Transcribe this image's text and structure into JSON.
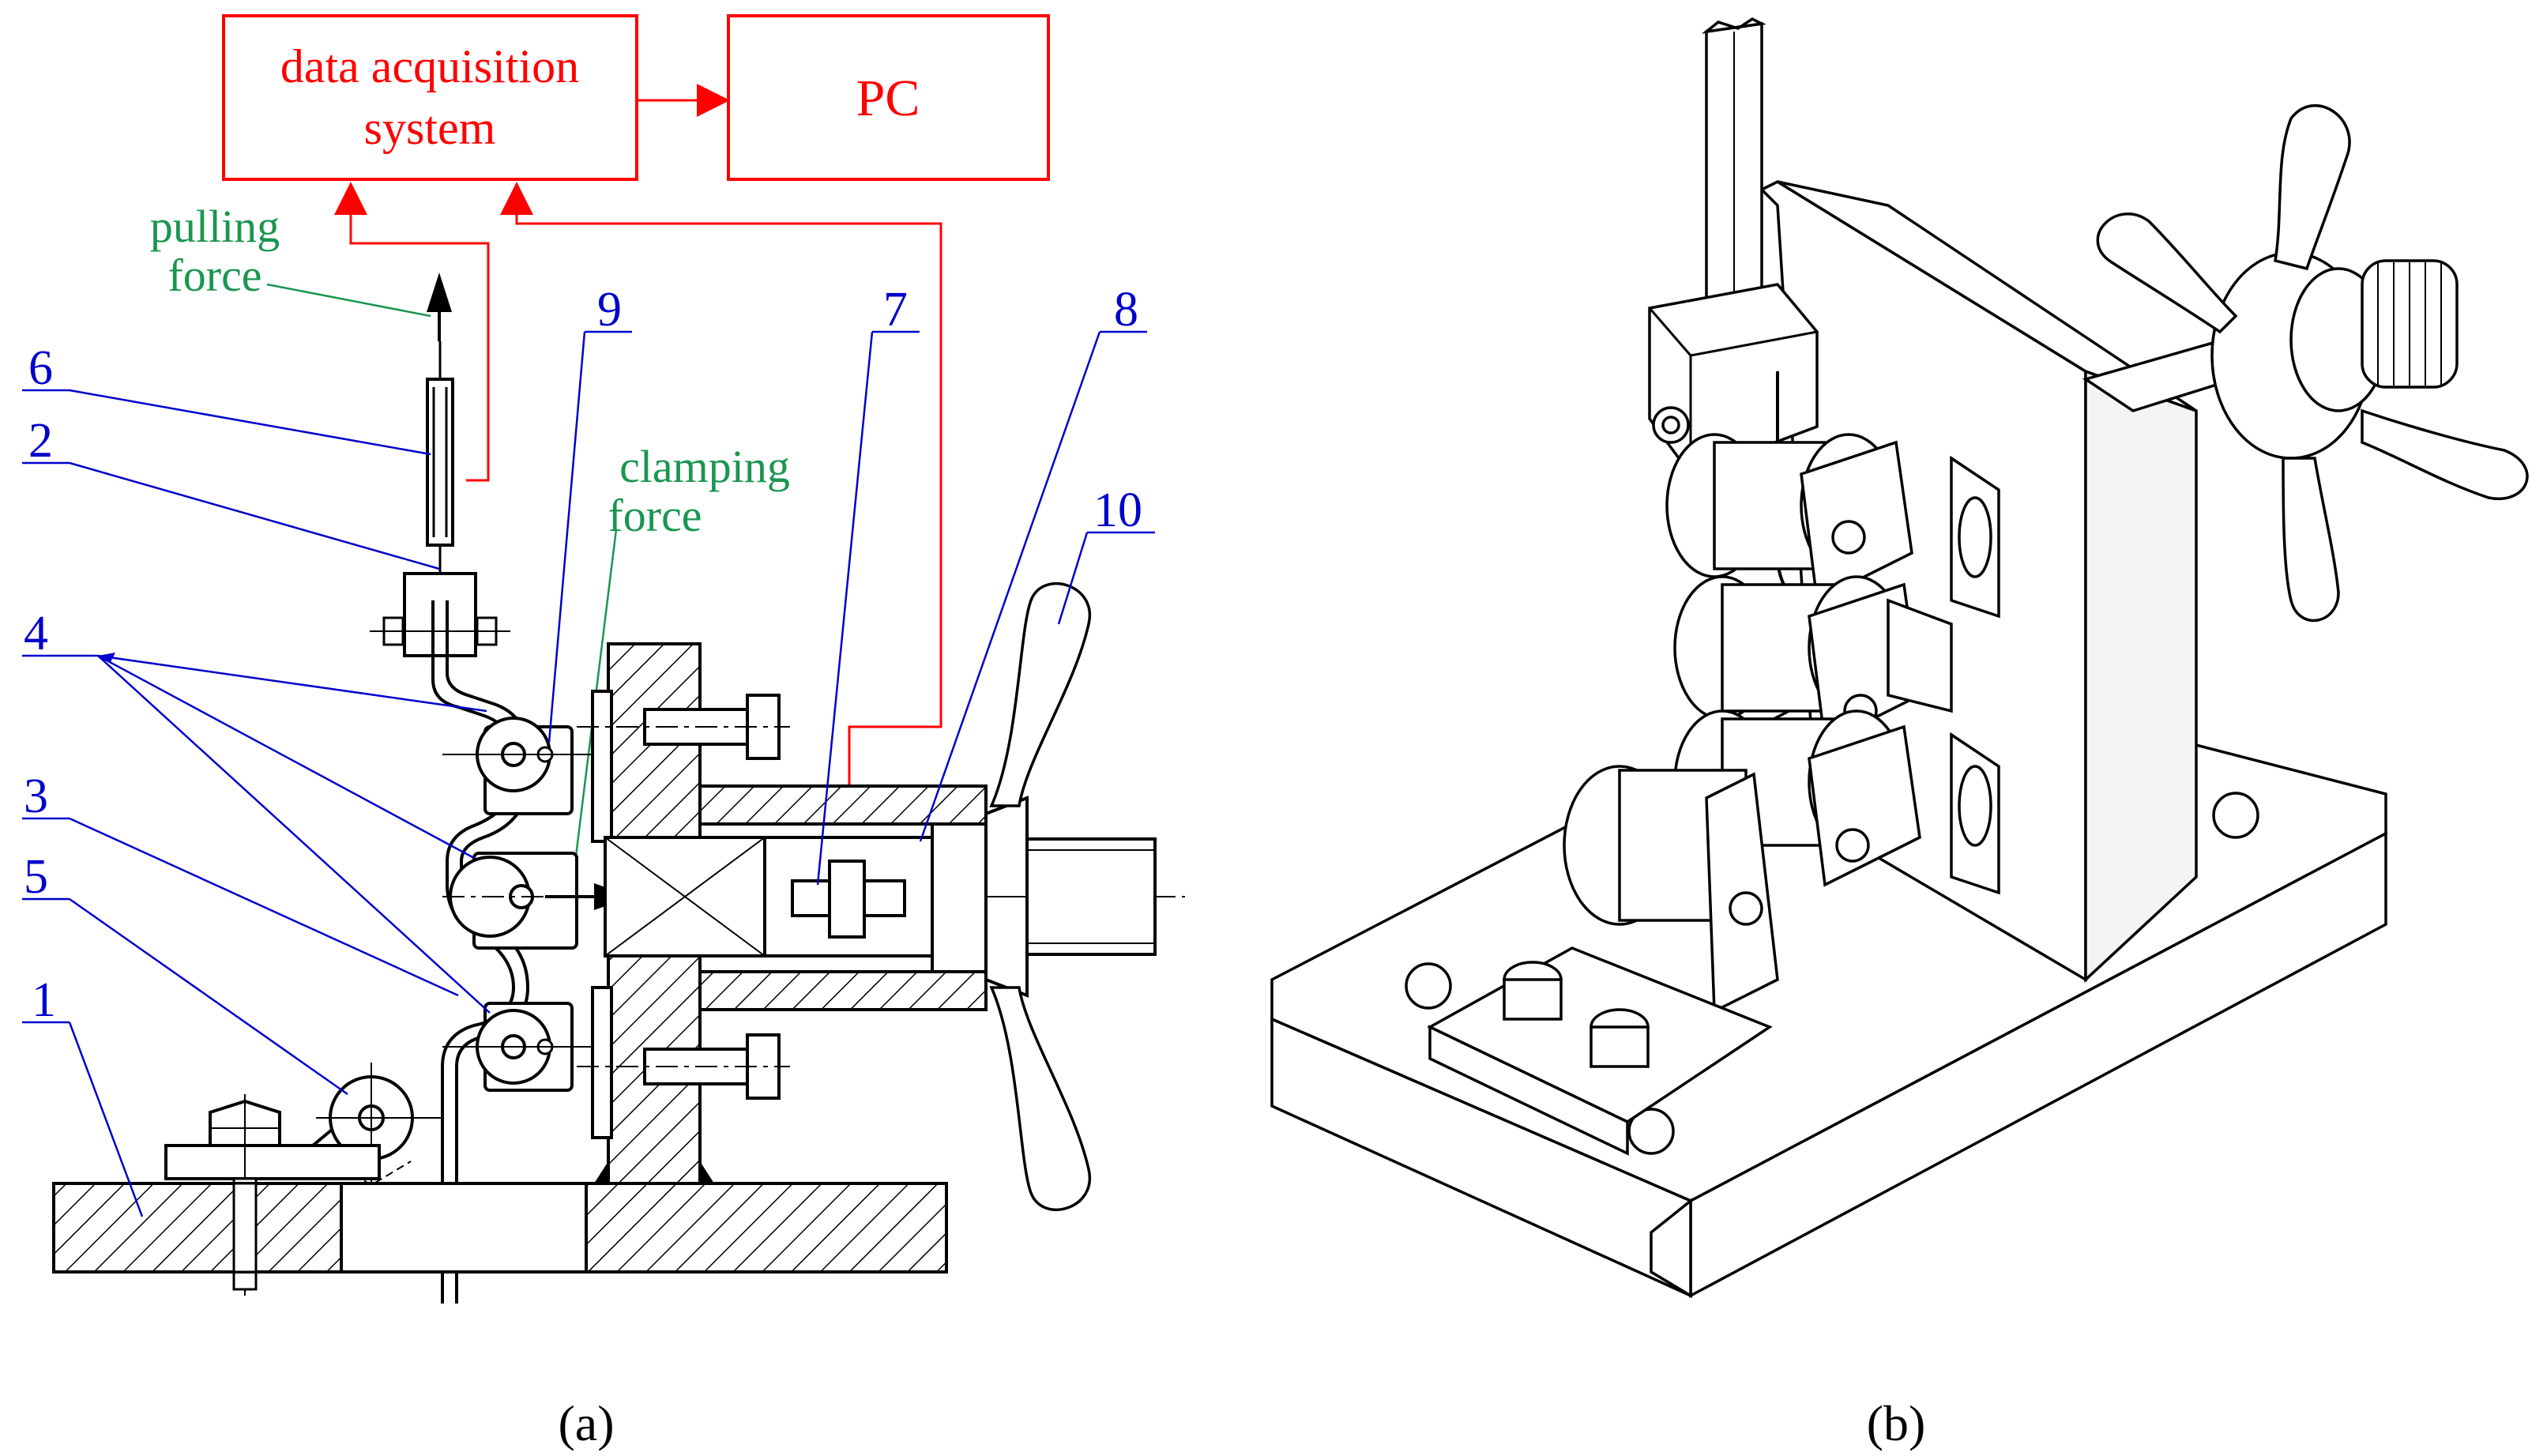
{
  "blocks": {
    "daq_line1": "data acquisition",
    "daq_line2": "system",
    "pc": "PC"
  },
  "forces": {
    "pulling_line1": "pulling",
    "pulling_line2": "force",
    "clamping_line1": "clamping",
    "clamping_line2": "force"
  },
  "labels": {
    "n1": "1",
    "n2": "2",
    "n3": "3",
    "n4": "4",
    "n5": "5",
    "n6": "6",
    "n7": "7",
    "n8": "8",
    "n9": "9",
    "n10": "10"
  },
  "captions": {
    "a": "(a)",
    "b": "(b)"
  },
  "colors": {
    "signal": "#ff0000",
    "force_label": "#1a9650",
    "part_label": "#0000cc"
  }
}
